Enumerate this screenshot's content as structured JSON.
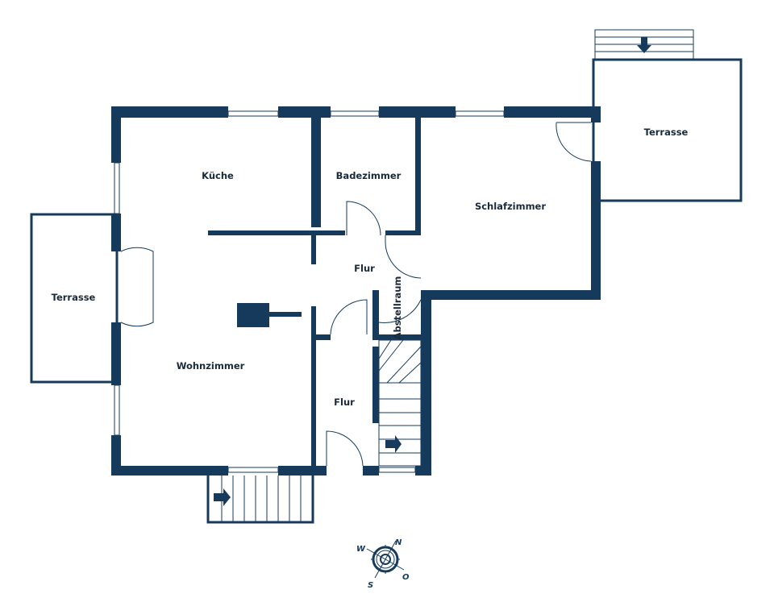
{
  "colors": {
    "wall": "#153a5b",
    "background": "#ffffff"
  },
  "rooms": {
    "kueche": "Küche",
    "badezimmer": "Badezimmer",
    "schlafzimmer": "Schlafzimmer",
    "terrasse_right": "Terrasse",
    "terrasse_left": "Terrasse",
    "flur_upper": "Flur",
    "abstellraum": "Abstellraum",
    "wohnzimmer": "Wohnzimmer",
    "flur_lower": "Flur"
  },
  "compass": {
    "n": "N",
    "o": "O",
    "s": "S",
    "w": "W"
  }
}
